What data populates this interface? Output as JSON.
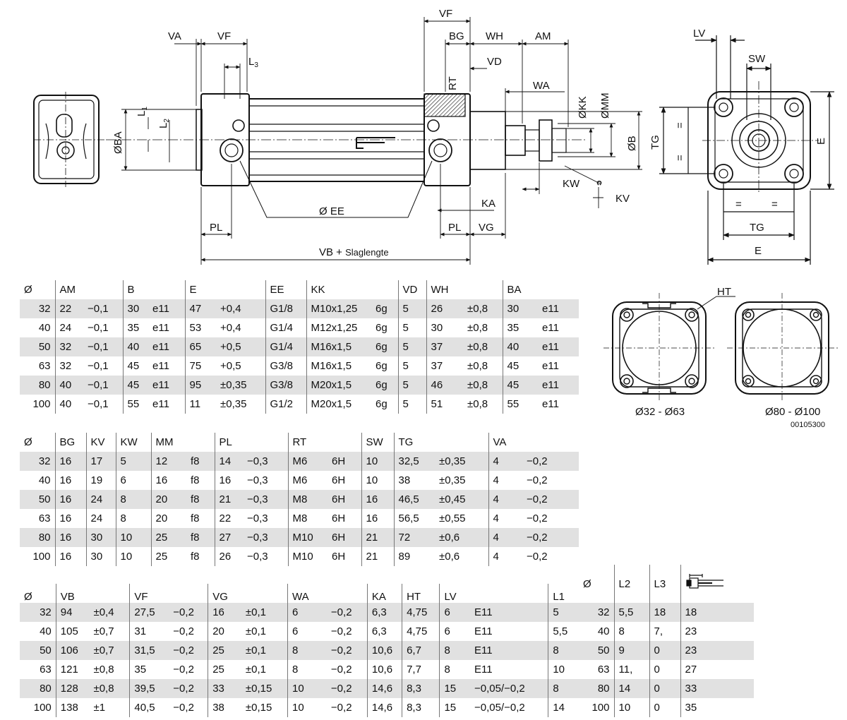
{
  "drawing": {
    "dim_labels": {
      "VA": "VA",
      "VF": "VF",
      "L3": "L",
      "L3_sub": "3",
      "L1": "L",
      "L1_sub": "1",
      "L2": "L",
      "L2_sub": "2",
      "BA": "ØBA",
      "EE": "Ø EE",
      "PL": "PL",
      "VB": "VB + ",
      "VB_suffix": "Slaglengte",
      "BG": "BG",
      "WH": "WH",
      "AM": "AM",
      "VD": "VD",
      "RT": "RT",
      "WA": "WA",
      "KK": "ØKK",
      "MM": "ØMM",
      "B": "ØB",
      "KW": "KW",
      "KV": "KV",
      "KA": "KA",
      "VG": "VG",
      "LV": "LV",
      "SW": "SW",
      "TG": "TG",
      "E": "E",
      "eq": "="
    },
    "section": {
      "HT": "HT",
      "left_caption": "Ø32 - Ø63",
      "right_caption": "Ø80 - Ø100",
      "code": "00105300"
    }
  },
  "table1": {
    "headers": [
      "Ø",
      "AM",
      "",
      "B",
      "",
      "E",
      "",
      "EE",
      "KK",
      "",
      "VD",
      "WH",
      "",
      "BA",
      ""
    ],
    "rows": [
      [
        "32",
        "22",
        "−0,1",
        "30",
        "e11",
        "47",
        "+0,4",
        "G1/8",
        "M10x1,25",
        "6g",
        "5",
        "26",
        "±0,8",
        "30",
        "e11"
      ],
      [
        "40",
        "24",
        "−0,1",
        "35",
        "e11",
        "53",
        "+0,4",
        "G1/4",
        "M12x1,25",
        "6g",
        "5",
        "30",
        "±0,8",
        "35",
        "e11"
      ],
      [
        "50",
        "32",
        "−0,1",
        "40",
        "e11",
        "65",
        "+0,5",
        "G1/4",
        "M16x1,5",
        "6g",
        "5",
        "37",
        "±0,8",
        "40",
        "e11"
      ],
      [
        "63",
        "32",
        "−0,1",
        "45",
        "e11",
        "75",
        "+0,5",
        "G3/8",
        "M16x1,5",
        "6g",
        "5",
        "37",
        "±0,8",
        "45",
        "e11"
      ],
      [
        "80",
        "40",
        "−0,1",
        "45",
        "e11",
        "95",
        "±0,35",
        "G3/8",
        "M20x1,5",
        "6g",
        "5",
        "46",
        "±0,8",
        "45",
        "e11"
      ],
      [
        "100",
        "40",
        "−0,1",
        "55",
        "e11",
        "11",
        "±0,35",
        "G1/2",
        "M20x1,5",
        "6g",
        "5",
        "51",
        "±0,8",
        "55",
        "e11"
      ]
    ]
  },
  "table2": {
    "headers": [
      "Ø",
      "BG",
      "KV",
      "KW",
      "MM",
      "",
      "PL",
      "",
      "RT",
      "",
      "SW",
      "TG",
      "",
      "VA",
      ""
    ],
    "rows": [
      [
        "32",
        "16",
        "17",
        "5",
        "12",
        "f8",
        "14",
        "−0,3",
        "M6",
        "6H",
        "10",
        "32,5",
        "±0,35",
        "4",
        "−0,2"
      ],
      [
        "40",
        "16",
        "19",
        "6",
        "16",
        "f8",
        "16",
        "−0,3",
        "M6",
        "6H",
        "10",
        "38",
        "±0,35",
        "4",
        "−0,2"
      ],
      [
        "50",
        "16",
        "24",
        "8",
        "20",
        "f8",
        "21",
        "−0,3",
        "M8",
        "6H",
        "16",
        "46,5",
        "±0,45",
        "4",
        "−0,2"
      ],
      [
        "63",
        "16",
        "24",
        "8",
        "20",
        "f8",
        "22",
        "−0,3",
        "M8",
        "6H",
        "16",
        "56,5",
        "±0,55",
        "4",
        "−0,2"
      ],
      [
        "80",
        "16",
        "30",
        "10",
        "25",
        "f8",
        "27",
        "−0,3",
        "M10",
        "6H",
        "21",
        "72",
        "±0,6",
        "4",
        "−0,2"
      ],
      [
        "100",
        "16",
        "30",
        "10",
        "25",
        "f8",
        "26",
        "−0,3",
        "M10",
        "6H",
        "21",
        "89",
        "±0,6",
        "4",
        "−0,2"
      ]
    ]
  },
  "table3": {
    "headers": [
      "Ø",
      "VB",
      "",
      "VF",
      "",
      "VG",
      "",
      "WA",
      "",
      "KA",
      "HT",
      "LV",
      "",
      "L1"
    ],
    "rows": [
      [
        "32",
        "94",
        "±0,4",
        "27,5",
        "−0,2",
        "16",
        "±0,1",
        "6",
        "−0,2",
        "6,3",
        "4,75",
        "6",
        "E11",
        "5"
      ],
      [
        "40",
        "105",
        "±0,7",
        "31",
        "−0,2",
        "20",
        "±0,1",
        "6",
        "−0,2",
        "6,3",
        "4,75",
        "6",
        "E11",
        "5,5"
      ],
      [
        "50",
        "106",
        "±0,7",
        "31,5",
        "−0,2",
        "25",
        "±0,1",
        "8",
        "−0,2",
        "10,6",
        "6,7",
        "8",
        "E11",
        "8"
      ],
      [
        "63",
        "121",
        "±0,8",
        "35",
        "−0,2",
        "25",
        "±0,1",
        "8",
        "−0,2",
        "10,6",
        "7,7",
        "8",
        "E11",
        "10"
      ],
      [
        "80",
        "128",
        "±0,8",
        "39,5",
        "−0,2",
        "33",
        "±0,15",
        "10",
        "−0,2",
        "14,6",
        "8,3",
        "15",
        "−0,05/−0,2",
        "8"
      ],
      [
        "100",
        "138",
        "±1",
        "40,5",
        "−0,2",
        "38",
        "±0,15",
        "10",
        "−0,2",
        "14,6",
        "8,3",
        "15",
        "−0,05/−0,2",
        "14"
      ]
    ]
  },
  "table4": {
    "headers": [
      "Ø",
      "L2",
      "L3",
      ""
    ],
    "header_icon": "sensor-slot-icon",
    "rows": [
      [
        "32",
        "5,5",
        "18",
        "18"
      ],
      [
        "40",
        "8",
        "7,",
        "23"
      ],
      [
        "50",
        "9",
        "0",
        "23"
      ],
      [
        "63",
        "11,",
        "0",
        "27"
      ],
      [
        "80",
        "14",
        "0",
        "33"
      ],
      [
        "100",
        "10",
        "0",
        "35"
      ]
    ]
  }
}
